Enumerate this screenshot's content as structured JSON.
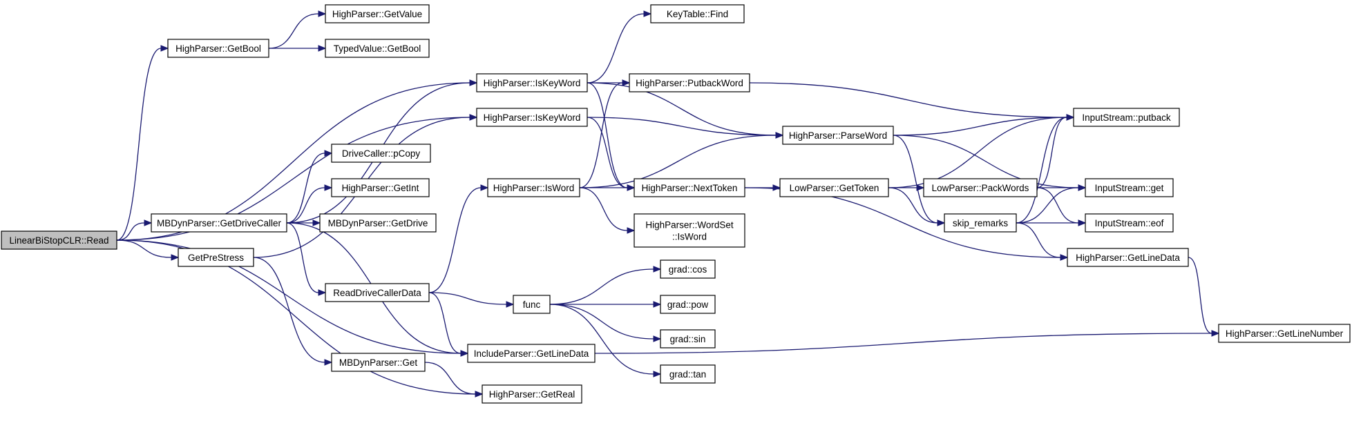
{
  "colors": {
    "edge": "#191970",
    "node_border": "#000000",
    "root_fill": "#bfbfbf",
    "node_fill": "#ffffff"
  },
  "nodes": [
    {
      "id": "n0",
      "lines": [
        "LinearBiStopCLR::Read"
      ],
      "root": true
    },
    {
      "id": "n1",
      "lines": [
        "HighParser::GetBool"
      ]
    },
    {
      "id": "n2",
      "lines": [
        "HighParser::GetValue"
      ]
    },
    {
      "id": "n3",
      "lines": [
        "TypedValue::GetBool"
      ]
    },
    {
      "id": "n4",
      "lines": [
        "HighParser::IsKeyWord"
      ]
    },
    {
      "id": "n5",
      "lines": [
        "KeyTable::Find"
      ]
    },
    {
      "id": "n6",
      "lines": [
        "HighParser::PutbackWord"
      ]
    },
    {
      "id": "n7",
      "lines": [
        "HighParser::NextToken"
      ]
    },
    {
      "id": "n8",
      "lines": [
        "HighParser::ParseWord"
      ]
    },
    {
      "id": "n9",
      "lines": [
        "HighParser::IsKeyWord"
      ]
    },
    {
      "id": "n10",
      "lines": [
        "MBDynParser::GetDriveCaller"
      ]
    },
    {
      "id": "n11",
      "lines": [
        "DriveCaller::pCopy"
      ]
    },
    {
      "id": "n12",
      "lines": [
        "HighParser::GetInt"
      ]
    },
    {
      "id": "n13",
      "lines": [
        "MBDynParser::GetDrive"
      ]
    },
    {
      "id": "n14",
      "lines": [
        "ReadDriveCallerData"
      ]
    },
    {
      "id": "n15",
      "lines": [
        "IncludeParser::GetLineData"
      ]
    },
    {
      "id": "n16",
      "lines": [
        "GetPreStress"
      ]
    },
    {
      "id": "n17",
      "lines": [
        "MBDynParser::Get"
      ]
    },
    {
      "id": "n18",
      "lines": [
        "HighParser::GetReal"
      ]
    },
    {
      "id": "n19",
      "lines": [
        "HighParser::IsWord"
      ]
    },
    {
      "id": "n20",
      "lines": [
        "HighParser::WordSet",
        "::IsWord"
      ]
    },
    {
      "id": "n21",
      "lines": [
        "func"
      ]
    },
    {
      "id": "n22",
      "lines": [
        "grad::cos"
      ]
    },
    {
      "id": "n23",
      "lines": [
        "grad::pow"
      ]
    },
    {
      "id": "n24",
      "lines": [
        "grad::sin"
      ]
    },
    {
      "id": "n25",
      "lines": [
        "grad::tan"
      ]
    },
    {
      "id": "n26",
      "lines": [
        "LowParser::GetToken"
      ]
    },
    {
      "id": "n27",
      "lines": [
        "LowParser::PackWords"
      ]
    },
    {
      "id": "n28",
      "lines": [
        "skip_remarks"
      ]
    },
    {
      "id": "n29",
      "lines": [
        "InputStream::putback"
      ]
    },
    {
      "id": "n30",
      "lines": [
        "InputStream::get"
      ]
    },
    {
      "id": "n31",
      "lines": [
        "InputStream::eof"
      ]
    },
    {
      "id": "n32",
      "lines": [
        "HighParser::GetLineData"
      ]
    },
    {
      "id": "n33",
      "lines": [
        "HighParser::GetLineNumber"
      ]
    }
  ],
  "edges": [
    [
      "n0",
      "n1"
    ],
    [
      "n0",
      "n4"
    ],
    [
      "n0",
      "n9"
    ],
    [
      "n0",
      "n10"
    ],
    [
      "n0",
      "n16"
    ],
    [
      "n0",
      "n15"
    ],
    [
      "n0",
      "n18"
    ],
    [
      "n1",
      "n2"
    ],
    [
      "n1",
      "n3"
    ],
    [
      "n4",
      "n5"
    ],
    [
      "n4",
      "n6"
    ],
    [
      "n4",
      "n7"
    ],
    [
      "n4",
      "n8"
    ],
    [
      "n9",
      "n7"
    ],
    [
      "n9",
      "n8"
    ],
    [
      "n10",
      "n4"
    ],
    [
      "n10",
      "n11"
    ],
    [
      "n10",
      "n12"
    ],
    [
      "n10",
      "n13"
    ],
    [
      "n10",
      "n14"
    ],
    [
      "n10",
      "n15"
    ],
    [
      "n16",
      "n9"
    ],
    [
      "n16",
      "n17"
    ],
    [
      "n14",
      "n19"
    ],
    [
      "n14",
      "n21"
    ],
    [
      "n14",
      "n15"
    ],
    [
      "n17",
      "n18"
    ],
    [
      "n15",
      "n33"
    ],
    [
      "n19",
      "n6"
    ],
    [
      "n19",
      "n7"
    ],
    [
      "n19",
      "n8"
    ],
    [
      "n19",
      "n20"
    ],
    [
      "n21",
      "n22"
    ],
    [
      "n21",
      "n23"
    ],
    [
      "n21",
      "n24"
    ],
    [
      "n21",
      "n25"
    ],
    [
      "n6",
      "n29"
    ],
    [
      "n7",
      "n26"
    ],
    [
      "n7",
      "n32"
    ],
    [
      "n8",
      "n29"
    ],
    [
      "n8",
      "n30"
    ],
    [
      "n8",
      "n28"
    ],
    [
      "n26",
      "n27"
    ],
    [
      "n26",
      "n28"
    ],
    [
      "n26",
      "n29"
    ],
    [
      "n27",
      "n29"
    ],
    [
      "n27",
      "n30"
    ],
    [
      "n27",
      "n31"
    ],
    [
      "n28",
      "n29"
    ],
    [
      "n28",
      "n30"
    ],
    [
      "n28",
      "n31"
    ],
    [
      "n28",
      "n32"
    ],
    [
      "n32",
      "n33"
    ]
  ]
}
